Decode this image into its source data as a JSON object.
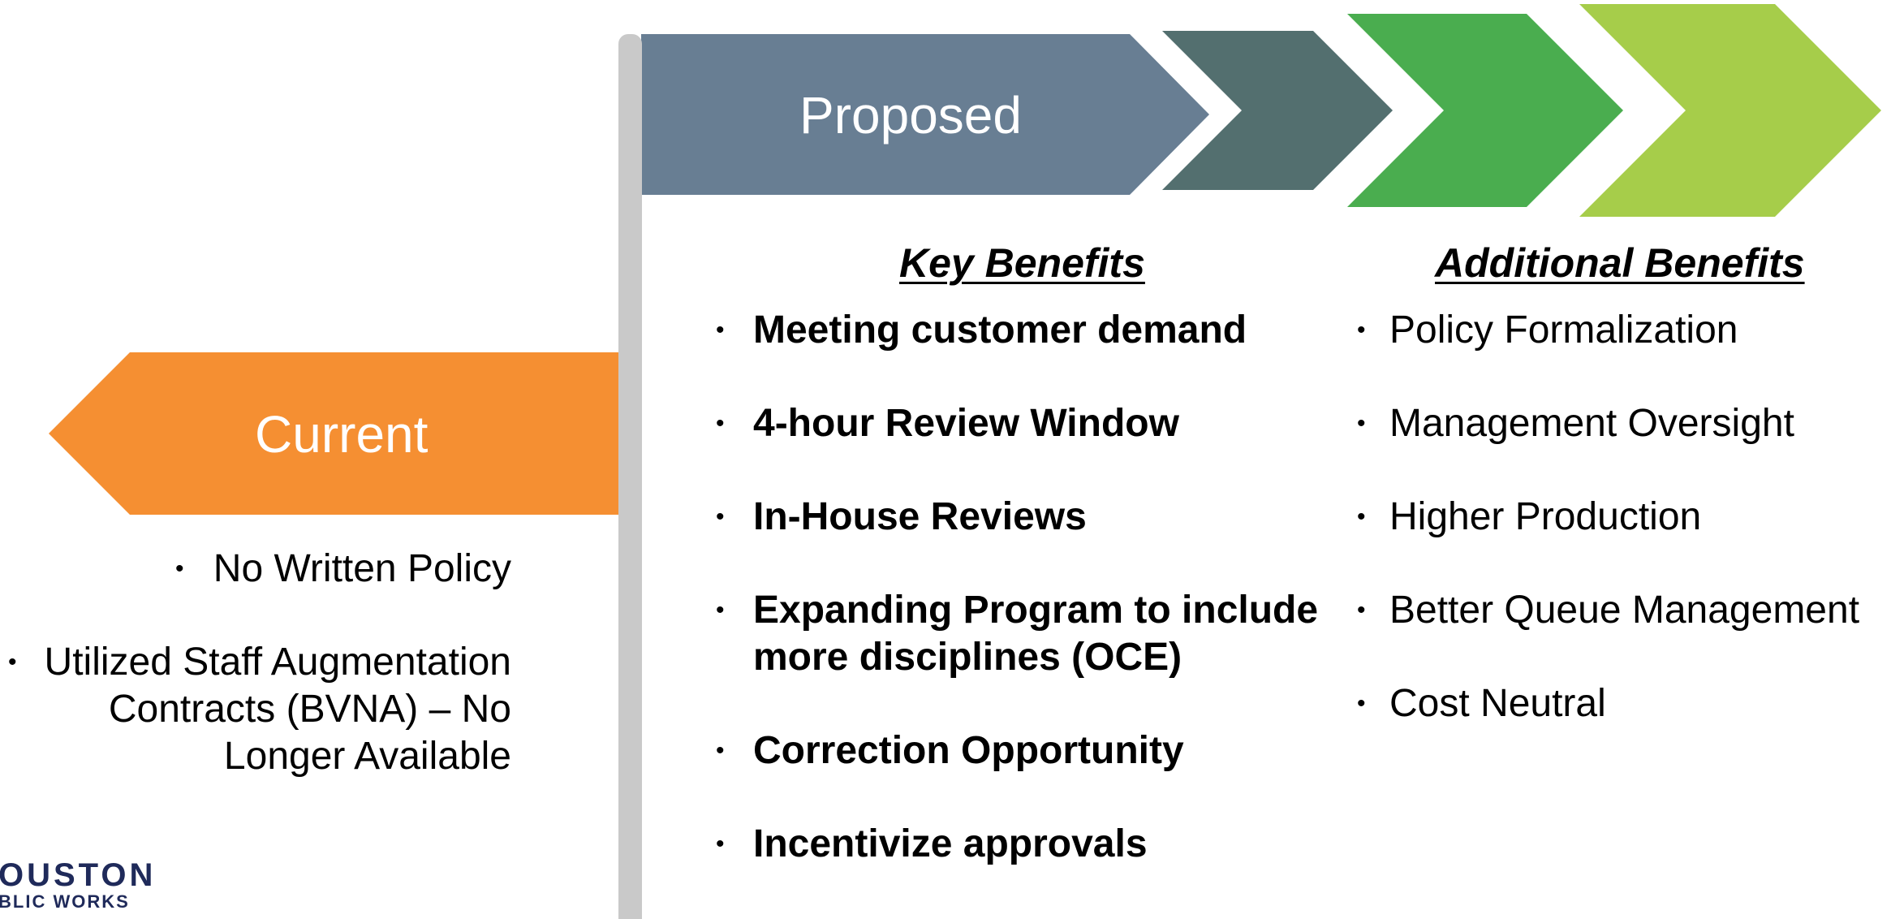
{
  "banners": {
    "proposed": "Proposed",
    "current": "Current"
  },
  "colors": {
    "proposed": "#687e93",
    "chevron_dark": "#536f6f",
    "chevron_green": "#4aad4f",
    "chevron_lime": "#a6cd4a",
    "current": "#f58f32",
    "divider": "#c9c9c9"
  },
  "key_benefits": {
    "heading": "Key Benefits",
    "items": [
      "Meeting customer demand",
      "4-hour Review Window",
      "In-House Reviews",
      "Expanding Program to include",
      "more disciplines (OCE)",
      "Correction Opportunity",
      "Incentivize approvals"
    ]
  },
  "additional_benefits": {
    "heading": "Additional Benefits",
    "items": [
      "Policy Formalization",
      "Management Oversight",
      "Higher Production",
      "Better Queue Management",
      "Cost Neutral"
    ]
  },
  "current": {
    "items": [
      "No Written Policy",
      "Utilized Staff Augmentation",
      "Contracts (BVNA) – No",
      "Longer Available"
    ]
  },
  "logo": {
    "line1": "OUSTON",
    "line2": "BLIC WORKS"
  }
}
